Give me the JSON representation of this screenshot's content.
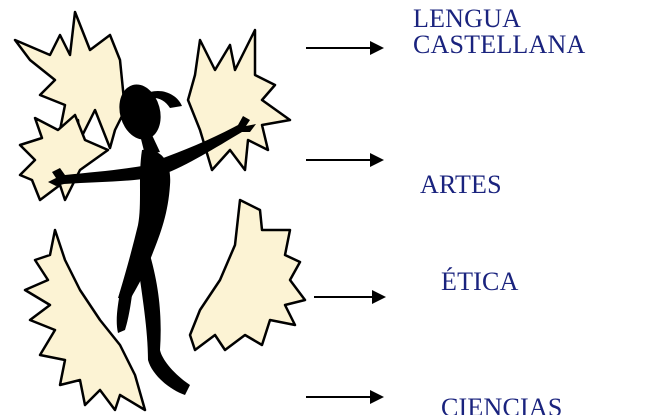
{
  "colors": {
    "text": "#1a237e",
    "arrow": "#000000",
    "spark_fill": "#fcf3d4",
    "figure": "#000000"
  },
  "figure": {
    "icon": "excited-person-clipart-icon"
  },
  "subjects": [
    {
      "line1": "LENGUA",
      "line2": "CASTELLANA"
    },
    {
      "label": "ARTES"
    },
    {
      "label": "ÉTICA"
    },
    {
      "label": "CIENCIAS"
    }
  ]
}
